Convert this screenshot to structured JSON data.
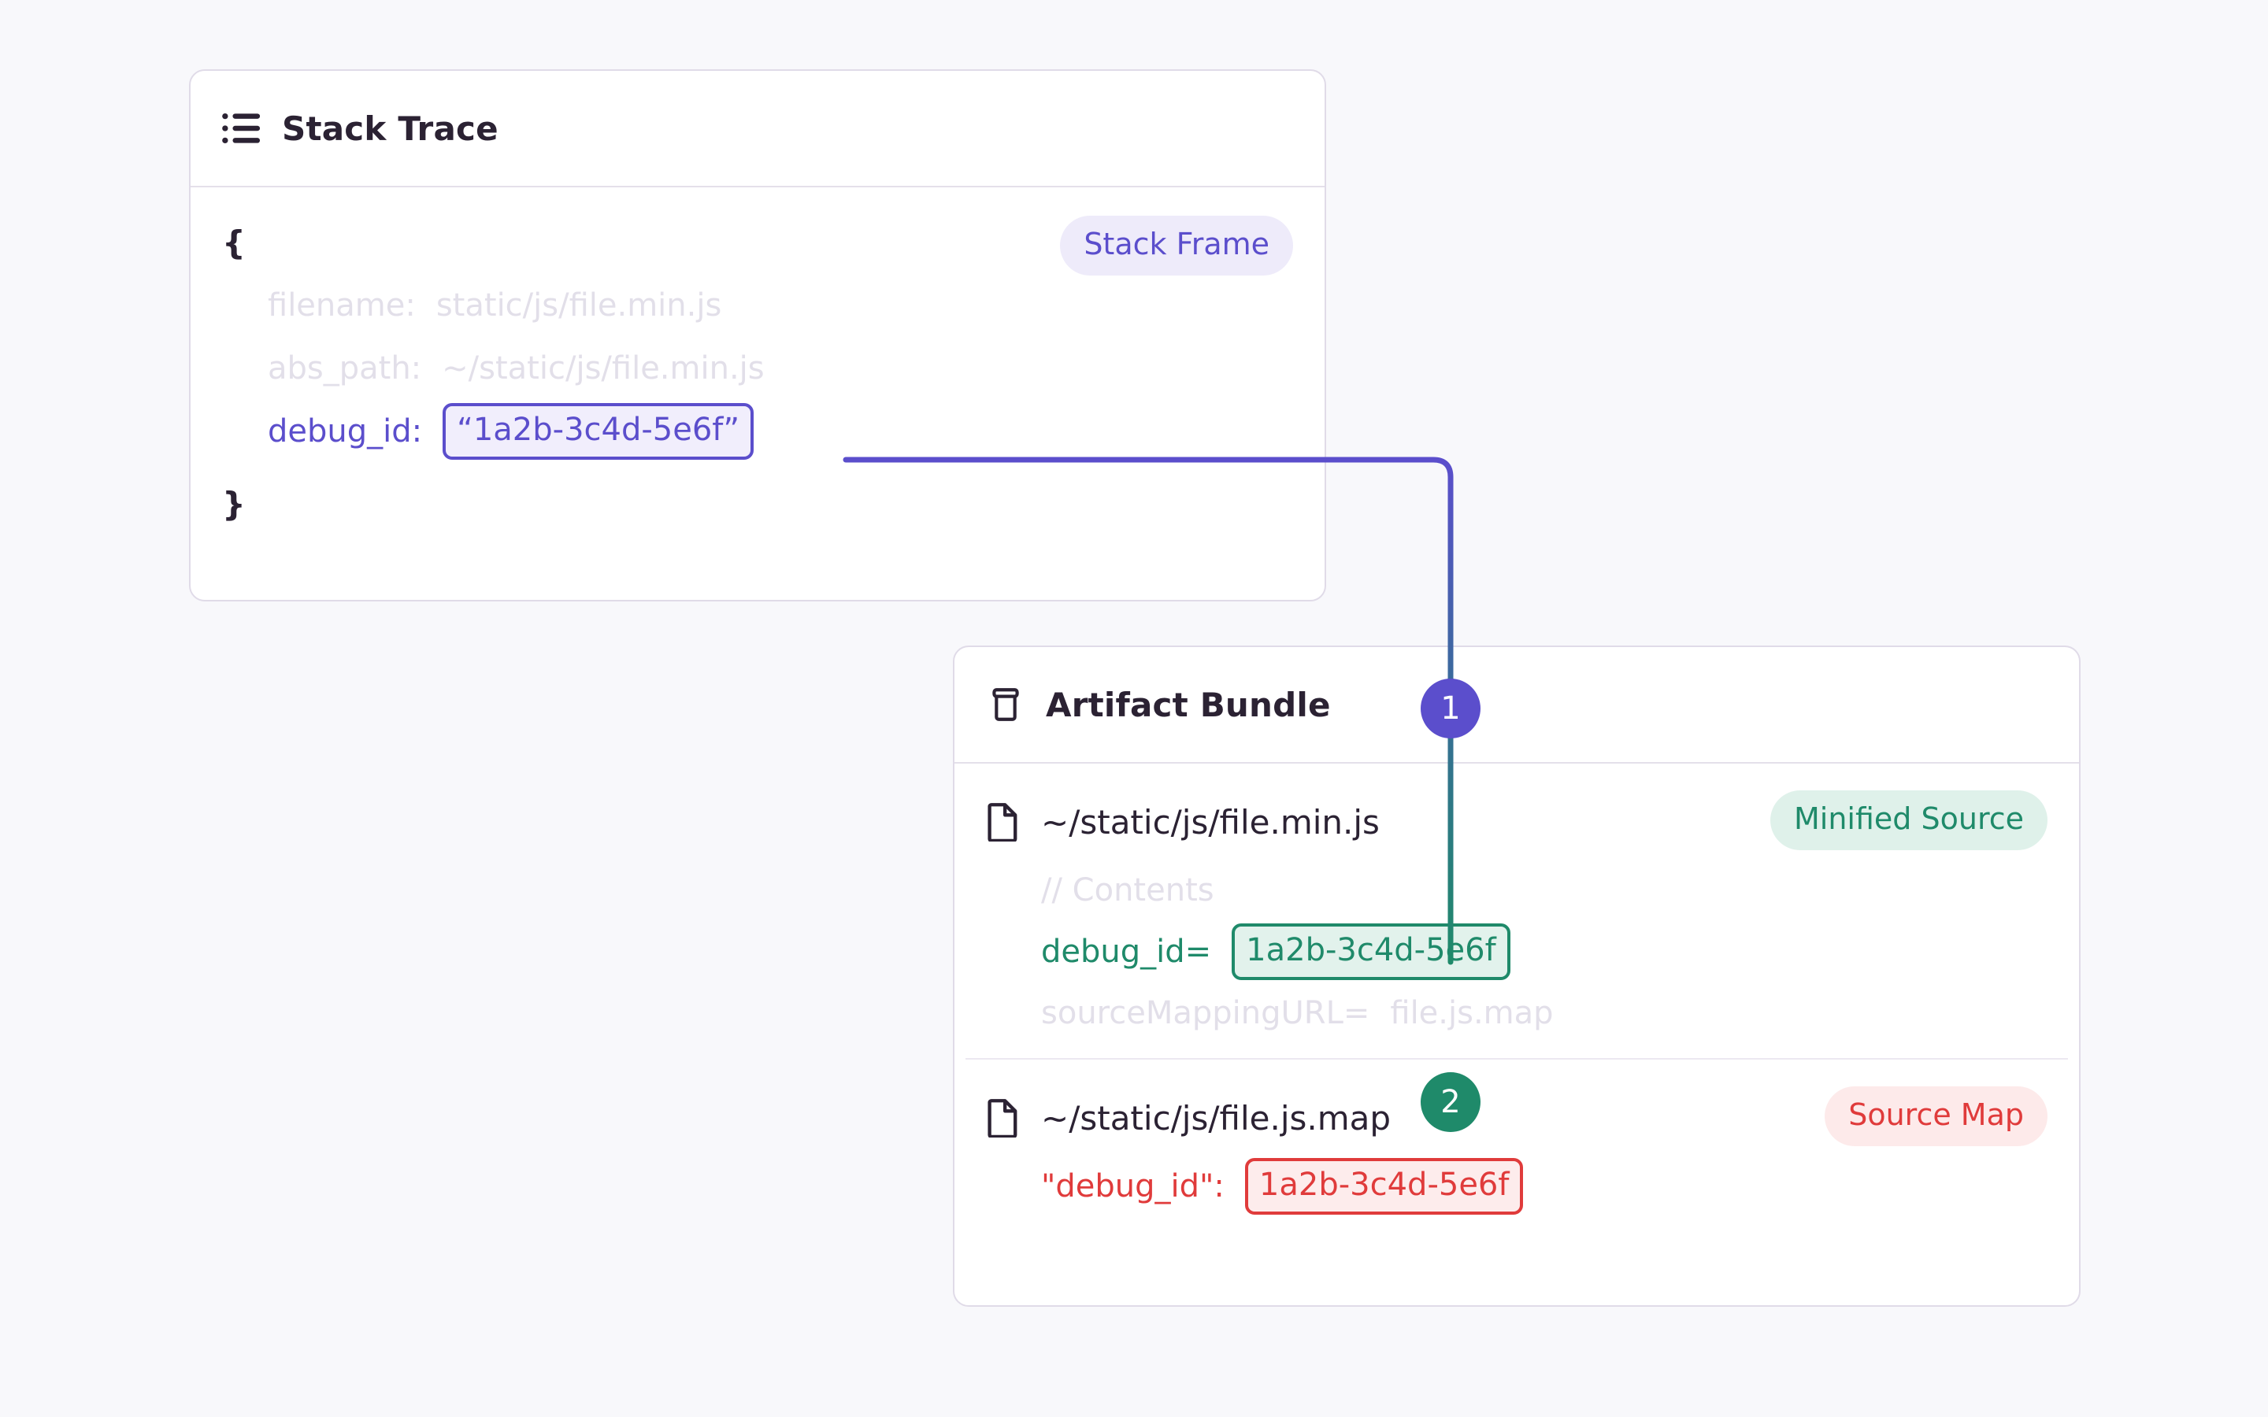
{
  "background_color": "#f8f8fb",
  "colors": {
    "purple": "#5b4ecc",
    "purple_bg": "#f1eefc",
    "purple_pill_bg": "#eeebfa",
    "green": "#1f8a6a",
    "green_bg": "#e2f2ec",
    "green_pill_bg": "#dff1ea",
    "red": "#e03b3b",
    "red_bg": "#fdecec",
    "red_pill_bg": "#fdeaea",
    "card_border": "#e0dbe8",
    "dim_text": "#e2dfe9",
    "heading_text": "#2b2233"
  },
  "stack_trace_card": {
    "icon": "list-icon",
    "title": "Stack Trace",
    "badge": {
      "label": "Stack Frame",
      "variant": "purple"
    },
    "code": {
      "open_brace": "{",
      "close_brace": "}",
      "fields": [
        {
          "key": "filename:",
          "value": "static/js/file.min.js",
          "style": "dim"
        },
        {
          "key": "abs_path:",
          "value": "~/static/js/file.min.js",
          "style": "dim"
        },
        {
          "key": "debug_id:",
          "value": "“1a2b-3c4d-5e6f”",
          "style": "highlight-purple"
        }
      ]
    }
  },
  "artifact_bundle_card": {
    "icon": "package-icon",
    "title": "Artifact Bundle",
    "files": [
      {
        "icon": "file-icon",
        "name": "~/static/js/file.min.js",
        "badge": {
          "label": "Minified Source",
          "variant": "green"
        },
        "lines": [
          {
            "key": "// Contents",
            "value": "",
            "style": "dim"
          },
          {
            "key": "debug_id=",
            "value": "1a2b-3c4d-5e6f",
            "style": "highlight-green"
          },
          {
            "key": "sourceMappingURL=",
            "value": "file.js.map",
            "style": "dim"
          }
        ]
      },
      {
        "icon": "file-icon",
        "name": "~/static/js/file.js.map",
        "badge": {
          "label": "Source Map",
          "variant": "red"
        },
        "lines": [
          {
            "key": "\"debug_id\":",
            "value": "1a2b-3c4d-5e6f",
            "style": "highlight-red"
          }
        ]
      }
    ]
  },
  "connectors": {
    "steps": [
      {
        "number": "1",
        "variant": "purple"
      },
      {
        "number": "2",
        "variant": "green"
      }
    ]
  }
}
